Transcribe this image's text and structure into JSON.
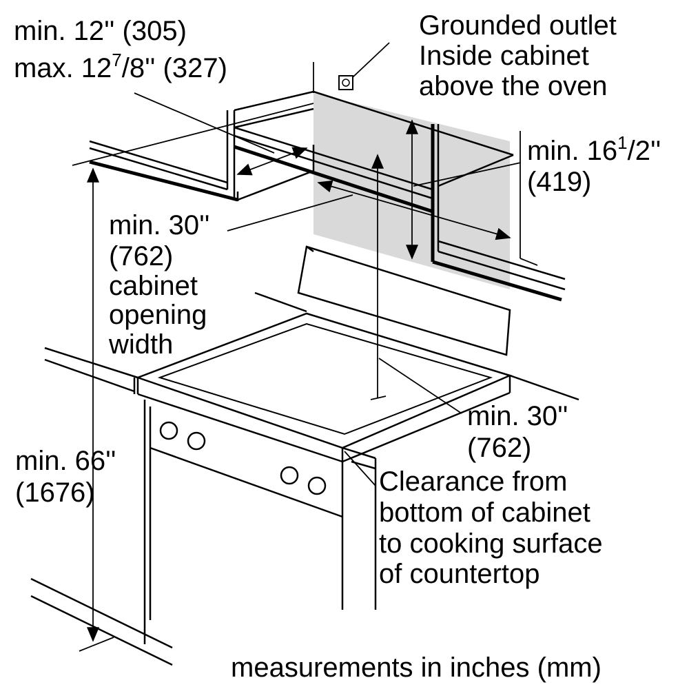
{
  "labels": {
    "depth_min": "min. 12'' (305)",
    "depth_max_prefix": "max. 12",
    "depth_max_sup": "7",
    "depth_max_suffix": "/8'' (327)",
    "outlet": [
      "Grounded outlet",
      "Inside cabinet",
      "above the oven"
    ],
    "height_prefix": "min. 16",
    "height_sup": "1",
    "height_suffix": "/2''",
    "height_mm": "(419)",
    "width": [
      "min. 30''",
      "(762)",
      "cabinet",
      "opening",
      "width"
    ],
    "overall": [
      "min. 66''",
      "(1676)"
    ],
    "clearance": [
      "min. 30''",
      "(762)"
    ],
    "clearance_desc": [
      "Clearance from",
      "bottom of cabinet",
      "to cooking surface",
      "of countertop"
    ],
    "footer": "measurements in inches (mm)"
  },
  "colors": {
    "shade": "#d9d9d9",
    "line": "#000000"
  }
}
